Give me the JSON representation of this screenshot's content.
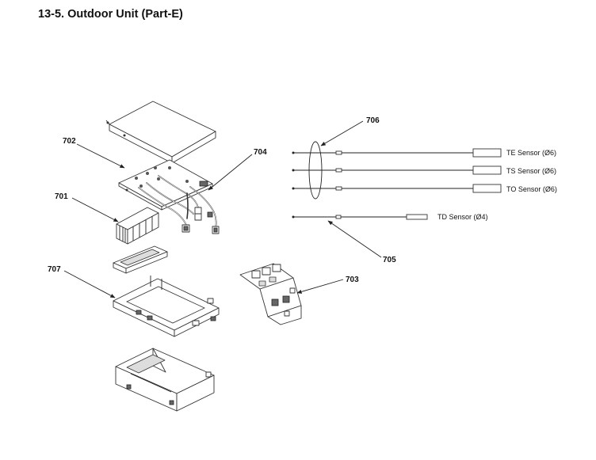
{
  "page": {
    "title": "13-5. Outdoor Unit (Part-E)"
  },
  "callouts": {
    "p701": "701",
    "p702": "702",
    "p703": "703",
    "p704": "704",
    "p705": "705",
    "p706": "706",
    "p707": "707"
  },
  "sensors": {
    "te": "TE Sensor (Ø6)",
    "ts": "TS Sensor (Ø6)",
    "to": "TO Sensor (Ø6)",
    "td": "TD Sensor (Ø4)"
  }
}
